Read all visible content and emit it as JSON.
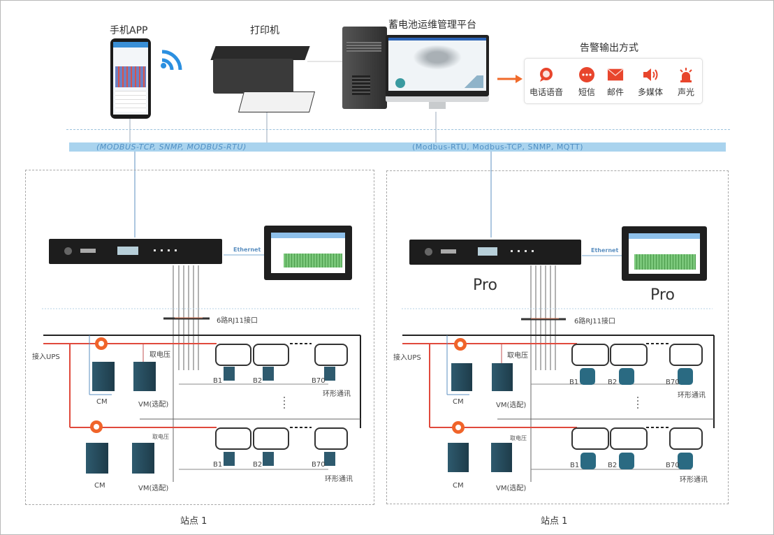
{
  "header": {
    "phone_app_label": "手机APP",
    "printer_label": "打印机",
    "platform_label": "蓄电池运维管理平台",
    "alarm_title": "告警输出方式"
  },
  "alarm_methods": [
    {
      "label": "电话语音",
      "icon": "phone-voice-icon",
      "color": "#e8452c"
    },
    {
      "label": "短信",
      "icon": "sms-icon",
      "color": "#e8452c"
    },
    {
      "label": "邮件",
      "icon": "email-icon",
      "color": "#e8452c"
    },
    {
      "label": "多媒体",
      "icon": "speaker-icon",
      "color": "#e8452c"
    },
    {
      "label": "声光",
      "icon": "alarm-light-icon",
      "color": "#e8452c"
    }
  ],
  "protocols": {
    "left": "(MODBUS-TCP, SNMP, MODBUS-RTU)",
    "right": "(Modbus-RTU, Modbus-TCP, SNMP, MQTT)"
  },
  "sites": [
    {
      "name": "站点 1",
      "ethernet_label": "Ethernet",
      "rj11_label": "6路RJ11接口",
      "ups_label": "接入UPS",
      "voltage_label": "取电压",
      "cm_label": "CM",
      "vm_label": "VM(选配)",
      "ring_label": "环形通讯",
      "batteries": [
        "B1",
        "B2",
        "B70"
      ],
      "pro_labels": []
    },
    {
      "name": "站点 1",
      "ethernet_label": "Ethernet",
      "rj11_label": "6路RJ11接口",
      "ups_label": "接入UPS",
      "voltage_label": "取电压",
      "cm_label": "CM",
      "vm_label": "VM(选配)",
      "ring_label": "环形通讯",
      "batteries": [
        "B1",
        "B2",
        "B70"
      ],
      "pro_labels": [
        "Pro",
        "Pro"
      ]
    }
  ],
  "colors": {
    "bus": "#a9d3ee",
    "power_red": "#e0493c",
    "alarm_red": "#e8452c",
    "module_teal": "#2e5a6e",
    "ct_orange": "#f0642a"
  }
}
